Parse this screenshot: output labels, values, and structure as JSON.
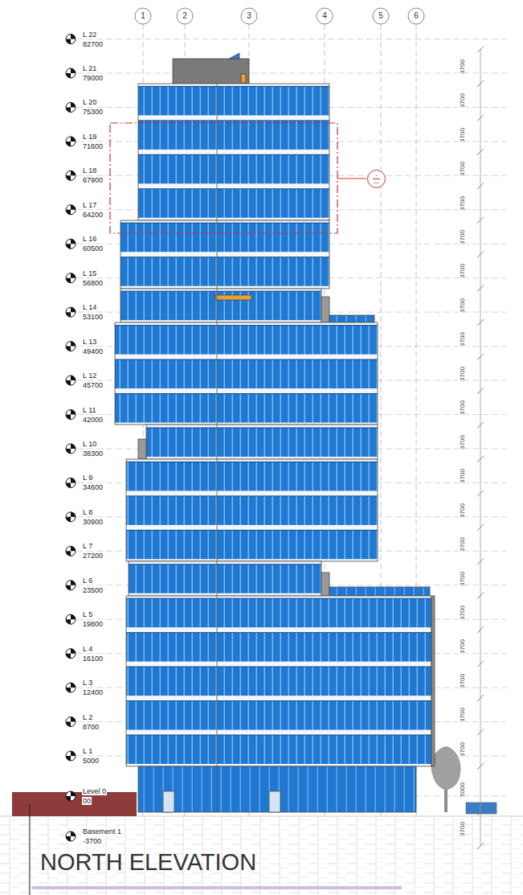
{
  "diagram": {
    "title": "NORTH ELEVATION",
    "nodes": [
      {
        "text": [
          "-",
          "---"
        ]
      }
    ],
    "labels": [
      "1",
      "2",
      "3",
      "4",
      "5",
      "6",
      "L 22",
      "82700",
      "L 21",
      "79000",
      "L 20",
      "75300",
      "L 19",
      "71600",
      "L 18",
      "67900",
      "L 17",
      "64200",
      "L 16",
      "60500",
      "L 15",
      "56800",
      "L 14",
      "53100",
      "L 13",
      "49400",
      "L 12",
      "45700",
      "L 11",
      "42000",
      "L 10",
      "38300",
      "L 9",
      "34600",
      "L 8",
      "30900",
      "L 7",
      "27200",
      "L 6",
      "23500",
      "L 5",
      "19800",
      "L 4",
      "16100",
      "L 3",
      "12400",
      "L 2",
      "8700",
      "L 1",
      "5000",
      "Level 0",
      "00",
      "Basement 1",
      "-3700",
      "3700",
      "3700",
      "3700",
      "3700",
      "3700",
      "3700",
      "3700",
      "3700",
      "3700",
      "3700",
      "3700",
      "3700",
      "3700",
      "3700",
      "3700",
      "3700",
      "3700",
      "3700",
      "3700",
      "3700",
      "3700",
      "5000",
      "3700"
    ]
  }
}
